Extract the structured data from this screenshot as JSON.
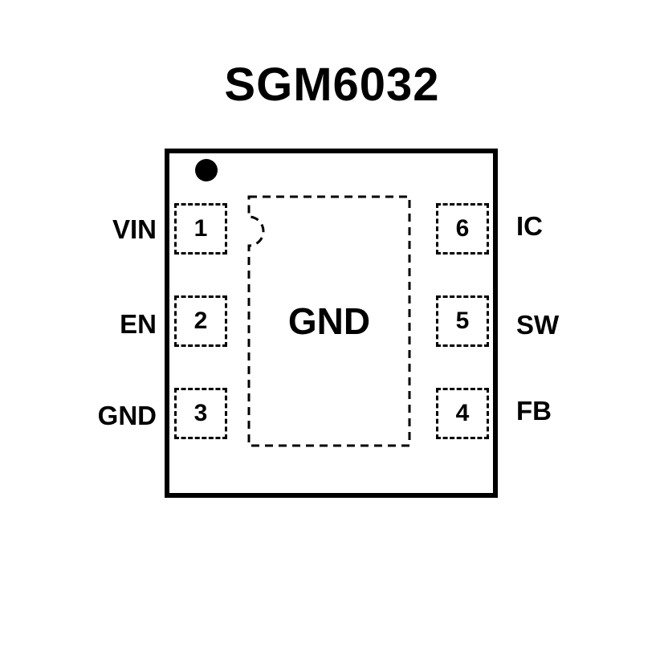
{
  "title": "SGM6032",
  "colors": {
    "ink": "#000000",
    "background": "#ffffff"
  },
  "package": {
    "pad_label": "GND",
    "pins_left": [
      {
        "number": "1",
        "label": "VIN"
      },
      {
        "number": "2",
        "label": "EN"
      },
      {
        "number": "3",
        "label": "GND"
      }
    ],
    "pins_right": [
      {
        "number": "6",
        "label": "IC"
      },
      {
        "number": "5",
        "label": "SW"
      },
      {
        "number": "4",
        "label": "FB"
      }
    ]
  }
}
